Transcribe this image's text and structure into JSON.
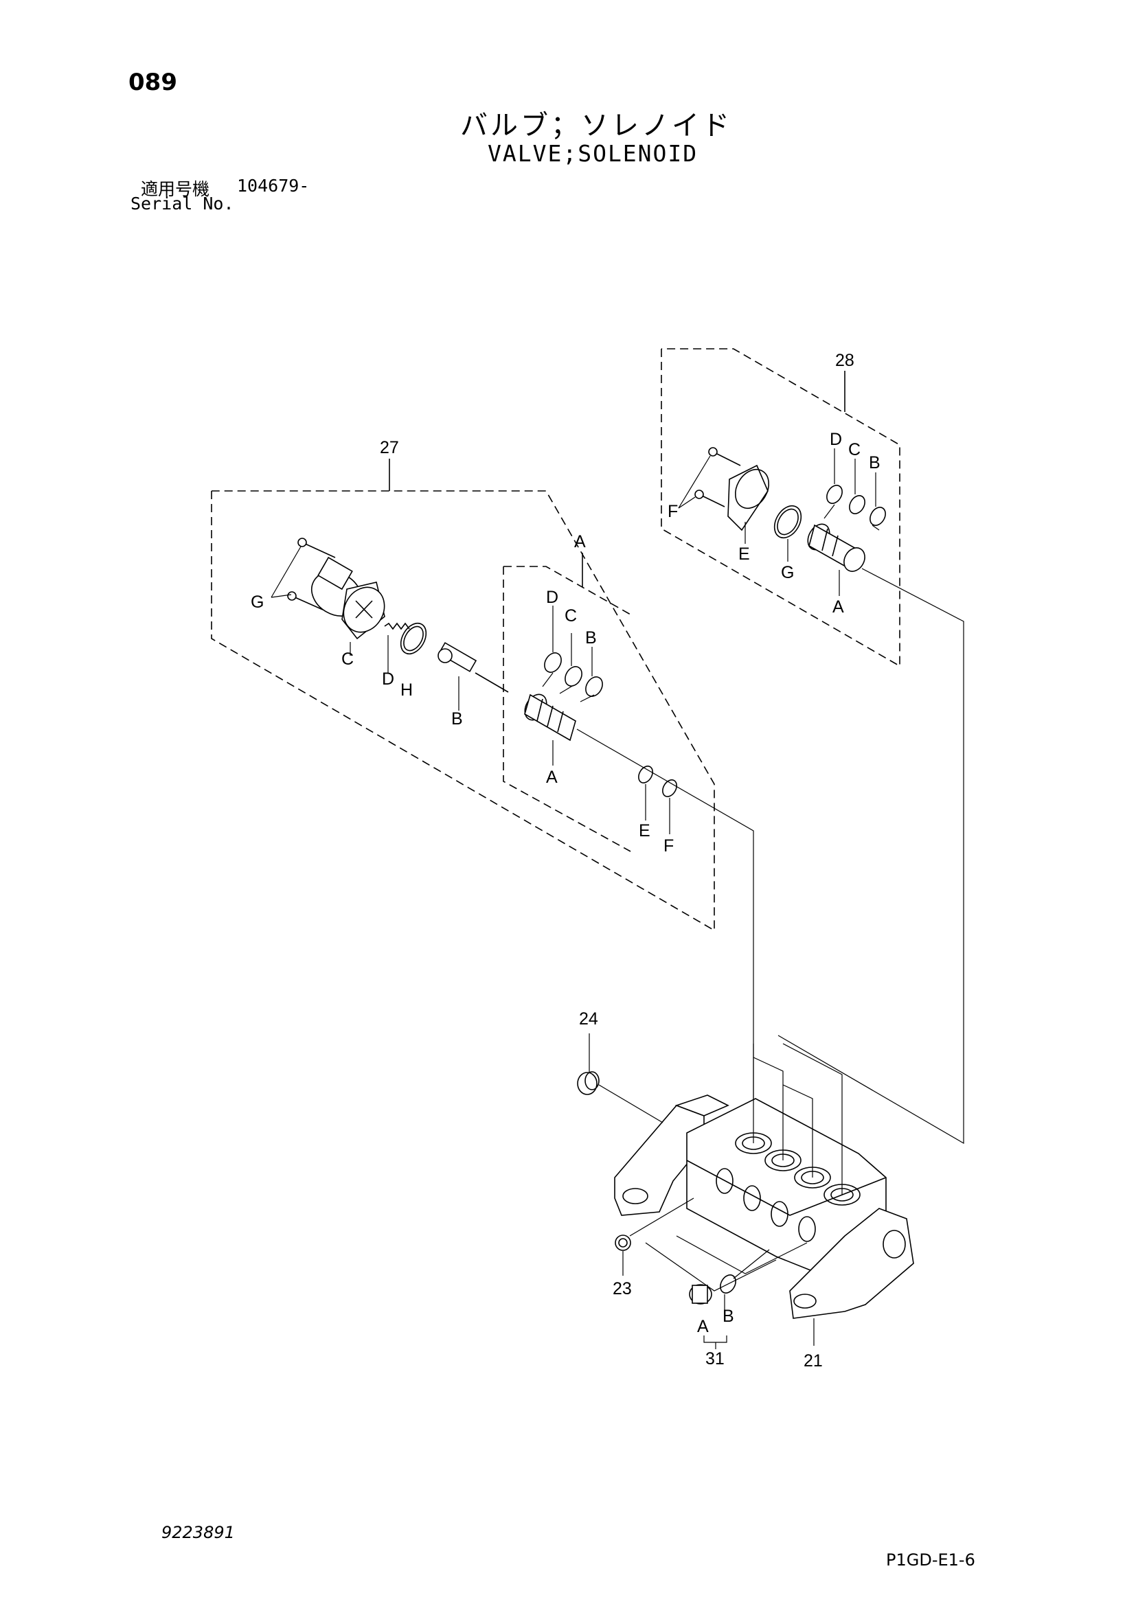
{
  "page_number": "089",
  "title_jp": "バルブ；ソレノイド",
  "title_en": "VALVE;SOLENOID",
  "serial": {
    "label_jp": "適用号機",
    "value": "104679-",
    "label_en": "Serial No."
  },
  "drawing_number": "9223891",
  "page_code": "P1GD-E1-6",
  "callouts": {
    "c27": "27",
    "c28": "28",
    "c24": "24",
    "c23": "23",
    "c31": "31",
    "c21": "21",
    "a27_G": "G",
    "a27_C": "C",
    "a27_D": "D",
    "a27_H": "H",
    "a27_B": "B",
    "sub_A_top": "A",
    "sub_D": "D",
    "sub_C": "C",
    "sub_B": "B",
    "sub_A_bottom": "A",
    "sub_E": "E",
    "sub_F": "F",
    "a28_D": "D",
    "a28_C": "C",
    "a28_B": "B",
    "a28_F": "F",
    "a28_E": "E",
    "a28_G": "G",
    "a28_A": "A",
    "a31_A": "A",
    "a31_B": "B"
  }
}
